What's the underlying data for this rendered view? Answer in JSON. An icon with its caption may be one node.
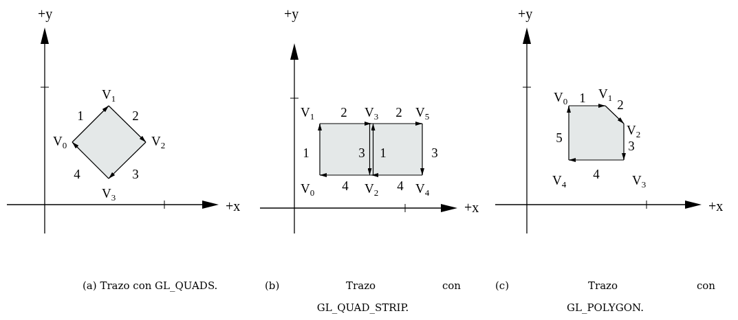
{
  "diagram": {
    "nodes": [
      {
        "text": [
          "V$_{0}$"
        ]
      },
      {
        "text": [
          "V$_{1}$"
        ]
      },
      {
        "text": [
          "V$_{2}$"
        ]
      },
      {
        "text": [
          "V$_{3}$"
        ]
      },
      {
        "text": [
          "V$_{0}$"
        ]
      },
      {
        "text": [
          "V$_{1}$"
        ]
      },
      {
        "text": [
          "V$_{2}$"
        ]
      },
      {
        "text": [
          "V$_{3}$"
        ]
      },
      {
        "text": [
          "V$_{4}$"
        ]
      },
      {
        "text": [
          "V$_{5}$"
        ]
      },
      {
        "text": [
          "V$_{0}$"
        ]
      },
      {
        "text": [
          "V$_{1}$"
        ]
      },
      {
        "text": [
          "V$_{2}$"
        ]
      },
      {
        "text": [
          "V$_{3}$"
        ]
      },
      {
        "text": [
          "V$_{4}$"
        ]
      }
    ],
    "edges": [
      {
        "from": 0,
        "to": 1,
        "arrow": "to",
        "label": "1"
      },
      {
        "from": 1,
        "to": 2,
        "arrow": "to",
        "label": "2"
      },
      {
        "from": 2,
        "to": 3,
        "arrow": "to",
        "label": "3"
      },
      {
        "from": 3,
        "to": 0,
        "arrow": "to",
        "label": "4"
      },
      {
        "from": 4,
        "to": 5,
        "arrow": "to",
        "label": "1"
      },
      {
        "from": 5,
        "to": 7,
        "arrow": "to",
        "label": "2"
      },
      {
        "from": 7,
        "to": 6,
        "arrow": "to",
        "label": "3"
      },
      {
        "from": 6,
        "to": 4,
        "arrow": "to",
        "label": "4"
      },
      {
        "from": 6,
        "to": 7,
        "arrow": "to",
        "label": "1"
      },
      {
        "from": 7,
        "to": 9,
        "arrow": "to",
        "label": "2"
      },
      {
        "from": 9,
        "to": 8,
        "arrow": "to",
        "label": "3"
      },
      {
        "from": 8,
        "to": 6,
        "arrow": "to",
        "label": "4"
      },
      {
        "from": 10,
        "to": 11,
        "arrow": "to",
        "label": "1"
      },
      {
        "from": 11,
        "to": 12,
        "arrow": "to",
        "label": "2"
      },
      {
        "from": 12,
        "to": 13,
        "arrow": "to",
        "label": "3"
      },
      {
        "from": 13,
        "to": 14,
        "arrow": "to",
        "label": "4"
      },
      {
        "from": 14,
        "to": 10,
        "arrow": "to",
        "label": "5"
      }
    ],
    "labels": [
      "+y",
      "+y",
      "+y",
      "+x",
      "+x",
      "+x",
      "(a) Trazo con GL_QUADS.",
      "(b) Trazo con GL_QUAD_STRIP.",
      "(c) Trazo con GL_POLYGON."
    ]
  }
}
